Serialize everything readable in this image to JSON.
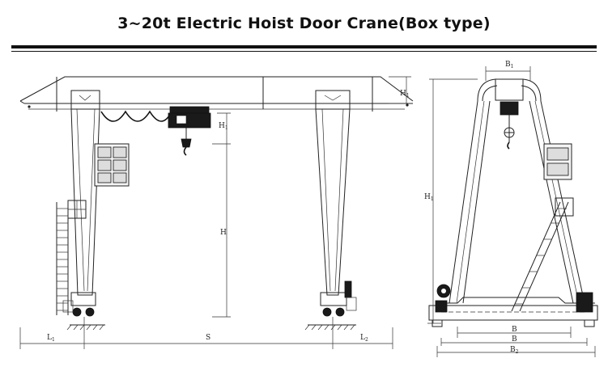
{
  "title": "3~20t Electric Hoist Door Crane(Box type)",
  "labels": {
    "h1_top": "H",
    "h1_top_sub": "1",
    "h1_mid": "H",
    "h1_mid_sub": "1",
    "h": "H",
    "l1": "L",
    "l1_sub": "1",
    "s": "S",
    "l2": "L",
    "l2_sub": "2",
    "b1": "B",
    "b1_sub": "1",
    "h_right": "H",
    "h_right_sub": "1",
    "b": "B",
    "b2": "B",
    "b2_sub": "2"
  }
}
